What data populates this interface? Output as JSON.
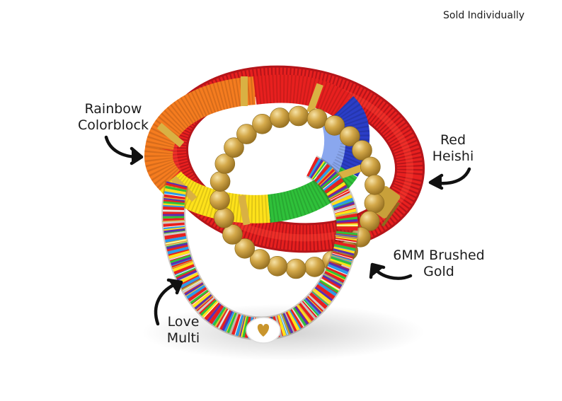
{
  "notice": "Sold Individually",
  "labels": {
    "rainbow": [
      "Rainbow",
      "Colorblock"
    ],
    "red": [
      "Red",
      "Heishi"
    ],
    "gold": [
      "6MM Brushed",
      "Gold"
    ],
    "love": [
      "Love",
      "Multi"
    ]
  },
  "icons": {
    "arrows": [
      "curved-arrow-icon",
      "curved-arrow-icon",
      "curved-arrow-icon",
      "curved-arrow-icon"
    ],
    "heart_bead": "heart-icon"
  },
  "colors": {
    "red_heishi": "#e8201f",
    "gold": "#d4a94a",
    "gold_spacer": "#c8a03a",
    "rainbow": [
      "#f57c1f",
      "#ffe21a",
      "#2fc13a",
      "#8aa7ee",
      "#2b3ec7",
      "#e8201f"
    ],
    "multi": [
      "#e8201f",
      "#f57c1f",
      "#ffe21a",
      "#2fc13a",
      "#2b9be8",
      "#5a2fb0",
      "#ffffff"
    ]
  }
}
